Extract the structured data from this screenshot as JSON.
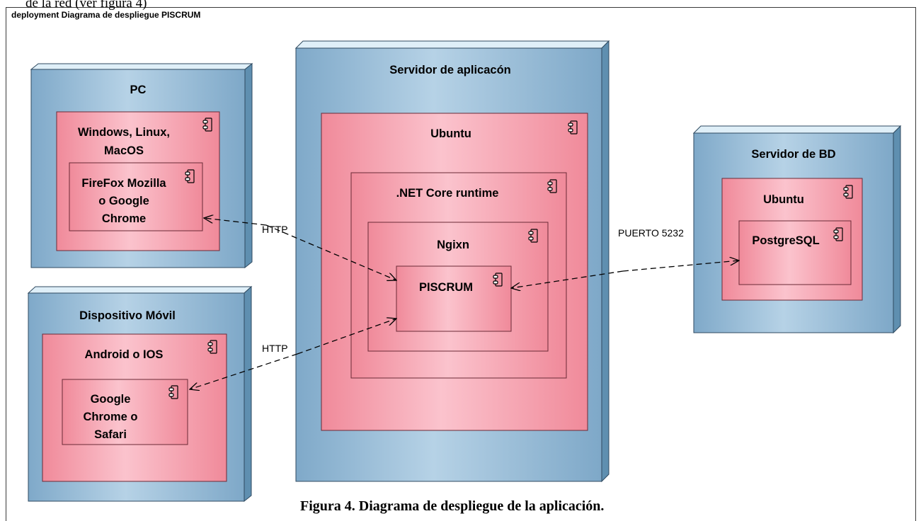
{
  "header_text": "de la red (ver figura 4)",
  "diagram": {
    "title": "deployment Diagrama de despliegue PISCRUM",
    "nodes": {
      "pc": "PC",
      "mobile": "Dispositivo Móvil",
      "app_server": "Servidor de aplicacón",
      "db_server": "Servidor de BD"
    },
    "components": {
      "pc_os_line1": "Windows, Linux,",
      "pc_os_line2": "MacOS",
      "pc_browser_line1": "FireFox Mozilla",
      "pc_browser_line2": "o Google",
      "pc_browser_line3": "Chrome",
      "mobile_os": "Android o IOS",
      "mobile_browser_line1": "Google",
      "mobile_browser_line2": "Chrome o",
      "mobile_browser_line3": "Safari",
      "app_os": "Ubuntu",
      "runtime": ".NET Core runtime",
      "webserver": "Ngixn",
      "app": "PISCRUM",
      "db_os": "Ubuntu",
      "database": "PostgreSQL"
    },
    "connections": {
      "pc_http": "HTTP",
      "mobile_http": "HTTP",
      "db_port": "PUERTO 5232"
    }
  },
  "caption": "Figura 4. Diagrama de despliegue de la aplicación."
}
